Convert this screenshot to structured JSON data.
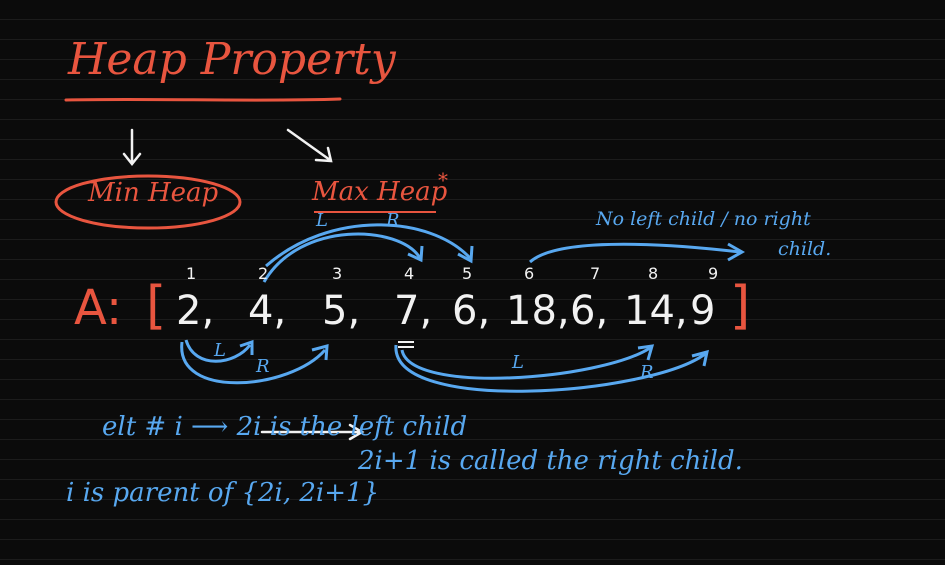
{
  "title": "Heap Property",
  "branches": {
    "min": "Min Heap",
    "max": "Max Heap",
    "max_marker": "*",
    "max_left_label": "L",
    "max_right_label": "R"
  },
  "array": {
    "label": "A:",
    "open_bracket": "[",
    "close_bracket": "]",
    "elements": [
      {
        "index": "1",
        "value": "2"
      },
      {
        "index": "2",
        "value": "4"
      },
      {
        "index": "3",
        "value": "5"
      },
      {
        "index": "4",
        "value": "7"
      },
      {
        "index": "5",
        "value": "6"
      },
      {
        "index": "6",
        "value": "18"
      },
      {
        "index": "7",
        "value": "6"
      },
      {
        "index": "8",
        "value": "14"
      },
      {
        "index": "9",
        "value": "9"
      }
    ]
  },
  "arrow_labels": {
    "top_L": "L",
    "top_R": "R",
    "bottom_L1": "L",
    "bottom_R1": "R",
    "bottom_L2": "L",
    "bottom_R2": "R"
  },
  "note_top": {
    "line1": "No left child / no right",
    "line2": "child."
  },
  "notes": {
    "line1": "elt # i ⟶ 2i is the left child",
    "line2": "2i+1 is called the right child.",
    "line3": "i is parent of {2i, 2i+1}"
  },
  "colors": {
    "red": "#e8553f",
    "blue": "#58a8f0",
    "white": "#f2f2f2",
    "background": "#0b0b0b"
  }
}
